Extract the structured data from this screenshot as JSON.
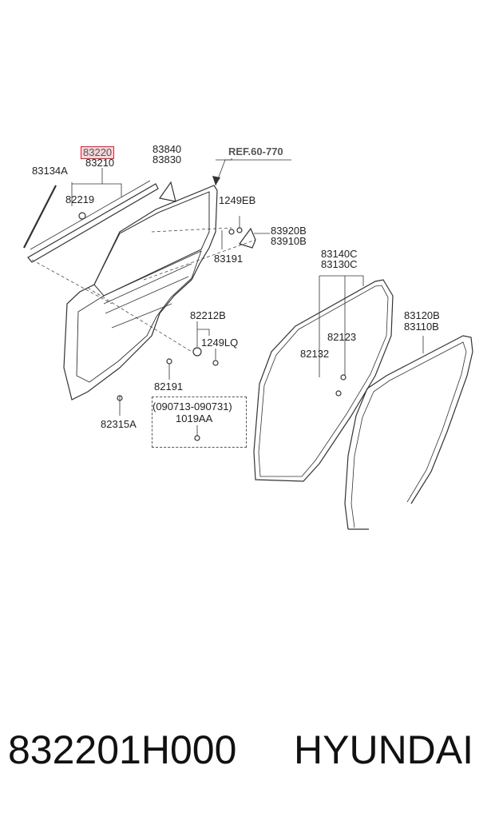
{
  "labels": {
    "highlighted": "83220",
    "l83210": "83210",
    "l83134A": "83134A",
    "l82219": "82219",
    "l83840": "83840",
    "l83830": "83830",
    "ref": "REF.60-770",
    "l1249EB": "1249EB",
    "l83920B": "83920B",
    "l83910B": "83910B",
    "l83191": "83191",
    "l83140C": "83140C",
    "l83130C": "83130C",
    "l82212B": "82212B",
    "l1249LQ": "1249LQ",
    "l82123": "82123",
    "l82132": "82132",
    "l83120B": "83120B",
    "l83110B": "83110B",
    "l82191": "82191",
    "l82315A": "82315A",
    "dates": "(090713-090731)",
    "l1019AA": "1019AA"
  },
  "footer": {
    "part_number": "832201H000",
    "brand": "HYUNDAI"
  },
  "colors": {
    "highlight_border": "#e8182e",
    "highlight_fill": "#f6d6da",
    "line": "#333333"
  }
}
